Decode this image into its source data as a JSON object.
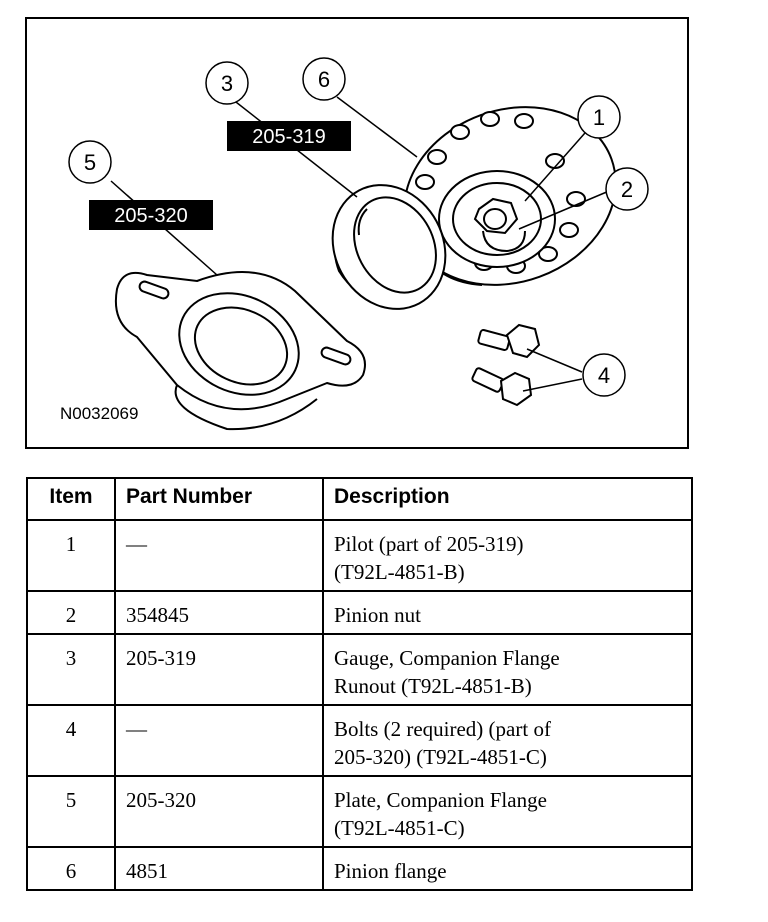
{
  "figure": {
    "figure_id": "N0032069",
    "callouts": [
      "1",
      "2",
      "3",
      "4",
      "5",
      "6"
    ],
    "tool_labels": {
      "gauge": "205-319",
      "plate": "205-320"
    }
  },
  "table": {
    "headers": {
      "item": "Item",
      "part_number": "Part Number",
      "description": "Description"
    },
    "rows": [
      {
        "item": "1",
        "part_number": "—",
        "description": [
          "Pilot (part of 205-319)",
          "(T92L-4851-B)"
        ]
      },
      {
        "item": "2",
        "part_number": "354845",
        "description": [
          "Pinion nut"
        ]
      },
      {
        "item": "3",
        "part_number": "205-319",
        "description": [
          "Gauge, Companion Flange",
          "Runout (T92L-4851-B)"
        ]
      },
      {
        "item": "4",
        "part_number": "—",
        "description": [
          "Bolts (2 required) (part of",
          "205-320) (T92L-4851-C)"
        ]
      },
      {
        "item": "5",
        "part_number": "205-320",
        "description": [
          "Plate, Companion Flange",
          "(T92L-4851-C)"
        ]
      },
      {
        "item": "6",
        "part_number": "4851",
        "description": [
          "Pinion flange"
        ]
      }
    ]
  }
}
